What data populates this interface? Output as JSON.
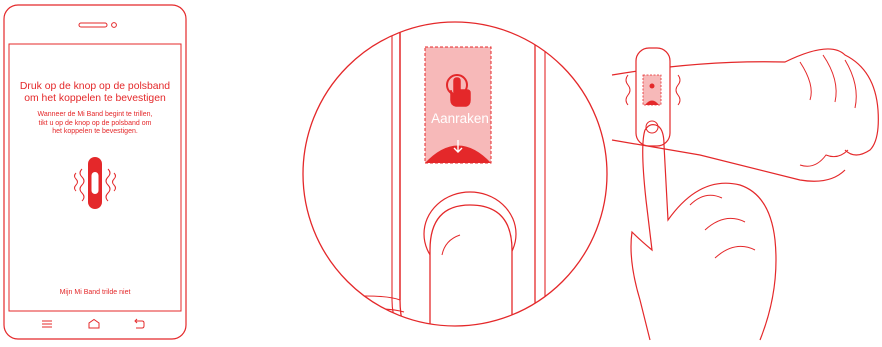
{
  "phone": {
    "title_line1": "Druk op de knop op de polsband",
    "title_line2": "om het koppelen te bevestigen",
    "subtitle_line1": "Wanneer de Mi Band begint te trillen,",
    "subtitle_line2": "tikt u op de knop op de polsband om",
    "subtitle_line3": "het koppelen te bevestigen.",
    "bottom_link": "Mijn Mi Band trilde niet",
    "nav_icons": [
      "menu-icon",
      "home-icon",
      "back-icon"
    ]
  },
  "zoom": {
    "touch_label": "Aanraken"
  },
  "colors": {
    "accent": "#e4282a",
    "light_fill": "#f7b9b9",
    "background": "#ffffff"
  }
}
